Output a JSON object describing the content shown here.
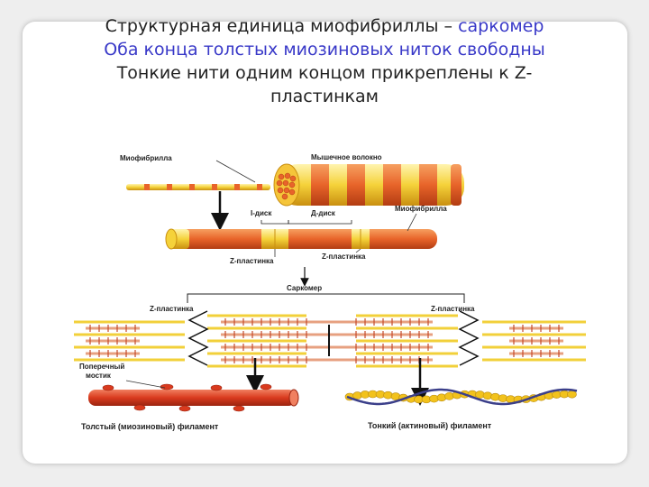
{
  "title": {
    "line1_text": "Структурная единица миофибриллы – ",
    "line1_accent": "саркомер",
    "line2": "Оба конца толстых миозиновых ниток свободны",
    "line3": "Тонкие нити одним концом прикреплены к Z-",
    "line4": "пластинкам"
  },
  "labels": {
    "myofibril_top": "Миофибрилла",
    "muscle_fiber": "Мышечное волокно",
    "i_disk": "I-диск",
    "a_disk": "Д-диск",
    "myofibril_right": "Миофибрилла",
    "z_plate_left": "Z-пластинка",
    "z_plate_right": "Z-пластинка",
    "sarcomere": "Саркомер",
    "z_plate_bottom_left": "Z-пластинка",
    "z_plate_bottom_right": "Z-пластинка",
    "cross_bridge": "Поперечный мостик",
    "thick_filament": "Толстый (миозиновый) филамент",
    "thin_filament": "Тонкий (актиновый) филамент"
  },
  "colors": {
    "title_accent": "#3939c8",
    "fiber_orange": "#e8642a",
    "fiber_yellow": "#f5d23a",
    "myosin_red": "#d93a1e",
    "actin_yellow": "#f2c21c",
    "actin_blue": "#3b3f8a"
  }
}
